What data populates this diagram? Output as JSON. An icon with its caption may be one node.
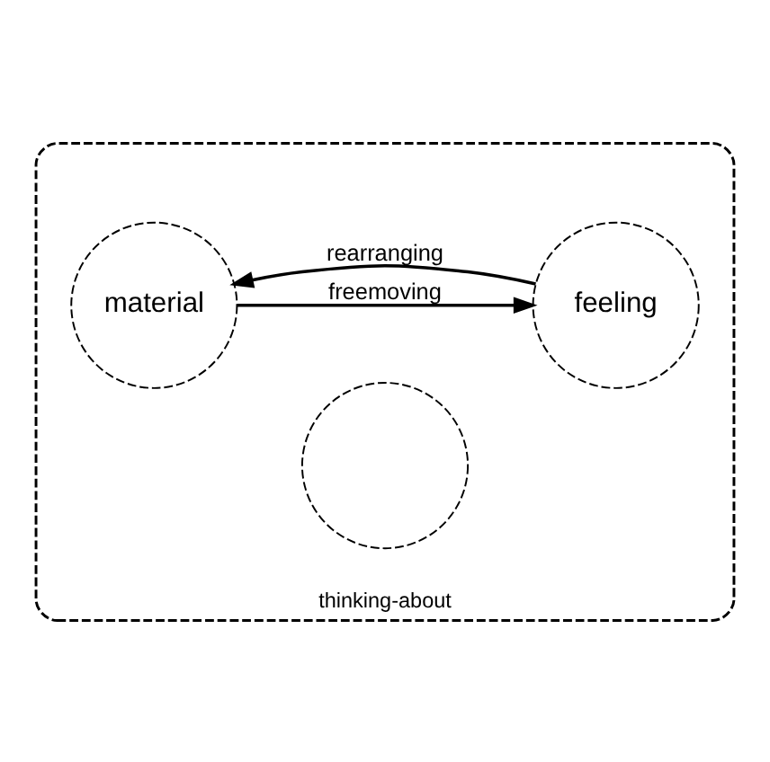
{
  "diagram": {
    "nodes": [
      {
        "text": [
          "thinking-about"
        ]
      },
      {
        "text": [
          "material"
        ],
        "in": 0
      },
      {
        "text": [],
        "shape": "circle",
        "in": 0
      },
      {
        "text": [
          "feeling"
        ],
        "in": 0
      }
    ],
    "edges": [
      {
        "from": 3,
        "to": 1,
        "arrow": "to",
        "label": "rearranging"
      },
      {
        "from": 1,
        "to": 3,
        "arrow": "to",
        "label": "freemoving"
      }
    ]
  }
}
